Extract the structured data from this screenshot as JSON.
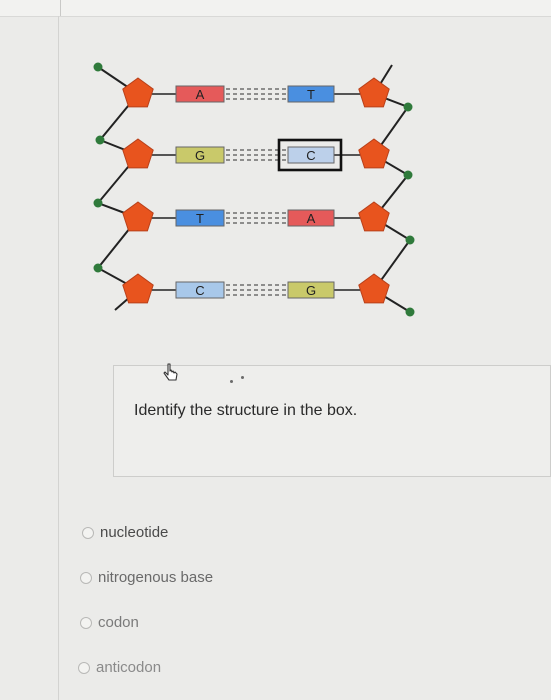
{
  "question": {
    "prompt": "Identify the structure in the box."
  },
  "diagram": {
    "rows": [
      {
        "left_base": "A",
        "right_base": "T",
        "left_color": "#e55a5a",
        "right_color": "#4a8fe0",
        "boxed": false
      },
      {
        "left_base": "G",
        "right_base": "C",
        "left_color": "#c9c96a",
        "right_color": "#bcd0ea",
        "boxed": true
      },
      {
        "left_base": "T",
        "right_base": "A",
        "left_color": "#4a8fe0",
        "right_color": "#e55a5a",
        "boxed": false
      },
      {
        "left_base": "C",
        "right_base": "G",
        "left_color": "#a8c8ea",
        "right_color": "#c9c96a",
        "boxed": false
      }
    ],
    "colors": {
      "sugar": "#e8541e",
      "sugar_stroke": "#b8401a",
      "phosphate": "#2f7a3b",
      "backbone": "#222222"
    }
  },
  "options": [
    {
      "label": "nucleotide"
    },
    {
      "label": "nitrogenous base"
    },
    {
      "label": "codon"
    },
    {
      "label": "anticodon"
    }
  ]
}
